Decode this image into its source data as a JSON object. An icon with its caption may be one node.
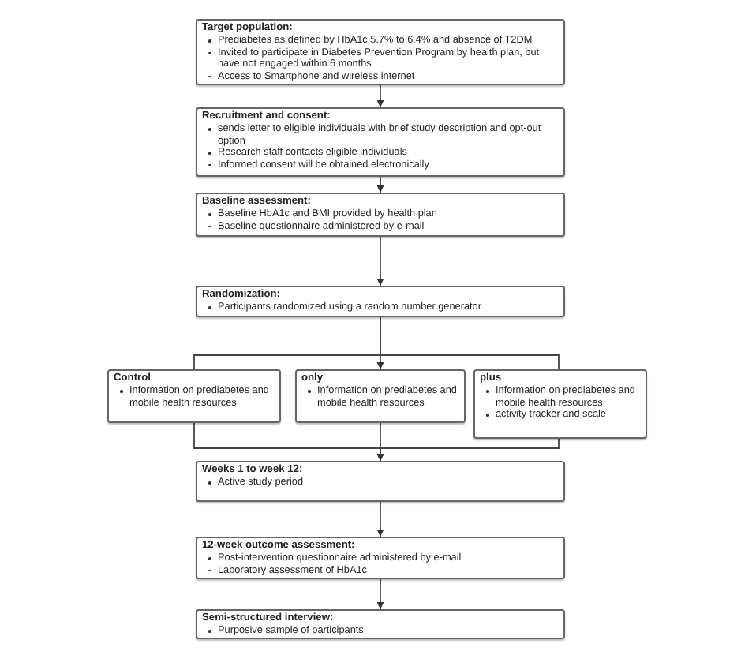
{
  "diagram": {
    "nodes": [
      {
        "text": [
          "Target population:",
          "Prediabetes as defined by HbA1c 5.7% to 6.4% and absence of T2DM",
          "Invited to participate in Diabetes Prevention Program by health plan, but have not engaged within 6 months",
          "Access to Smartphone and wireless internet"
        ]
      },
      {
        "text": [
          "Recruitment and consent:",
          "sends letter to eligible individuals with brief study description and opt-out option",
          "Research staff contacts eligible individuals",
          "Informed consent will be obtained electronically"
        ]
      },
      {
        "text": [
          "Baseline assessment:",
          "Baseline HbA1c and BMI provided by health plan",
          "Baseline questionnaire administered by e-mail"
        ]
      },
      {
        "text": [
          "Randomization:",
          "Participants randomized using a random number generator"
        ]
      },
      {
        "text": [
          "Control",
          "Information on prediabetes and mobile health resources"
        ]
      },
      {
        "text": [
          "only",
          "Information on prediabetes and mobile health resources"
        ]
      },
      {
        "text": [
          "plus",
          "Information on prediabetes and mobile health resources",
          "activity tracker and scale"
        ]
      },
      {
        "text": [
          "Weeks 1 to week 12:",
          "Active study period"
        ]
      },
      {
        "text": [
          "12-week outcome assessment:",
          "Post-intervention questionnaire administered by e-mail",
          "Laboratory assessment of HbA1c"
        ]
      },
      {
        "text": [
          "Semi-structured interview:",
          "Purposive sample of participants"
        ]
      }
    ],
    "edges": [
      {
        "from": 0,
        "to": 1,
        "arrow": "to"
      },
      {
        "from": 1,
        "to": 2,
        "arrow": "to"
      },
      {
        "from": 2,
        "to": 3,
        "arrow": "to"
      },
      {
        "from": 3,
        "to": 4,
        "arrow": "none"
      },
      {
        "from": 3,
        "to": 5,
        "arrow": "to"
      },
      {
        "from": 3,
        "to": 6,
        "arrow": "none"
      },
      {
        "from": 4,
        "to": 7,
        "arrow": "to"
      },
      {
        "from": 5,
        "to": 7,
        "arrow": "to"
      },
      {
        "from": 6,
        "to": 7,
        "arrow": "to"
      },
      {
        "from": 7,
        "to": 8,
        "arrow": "to"
      },
      {
        "from": 8,
        "to": 9,
        "arrow": "to"
      }
    ]
  }
}
